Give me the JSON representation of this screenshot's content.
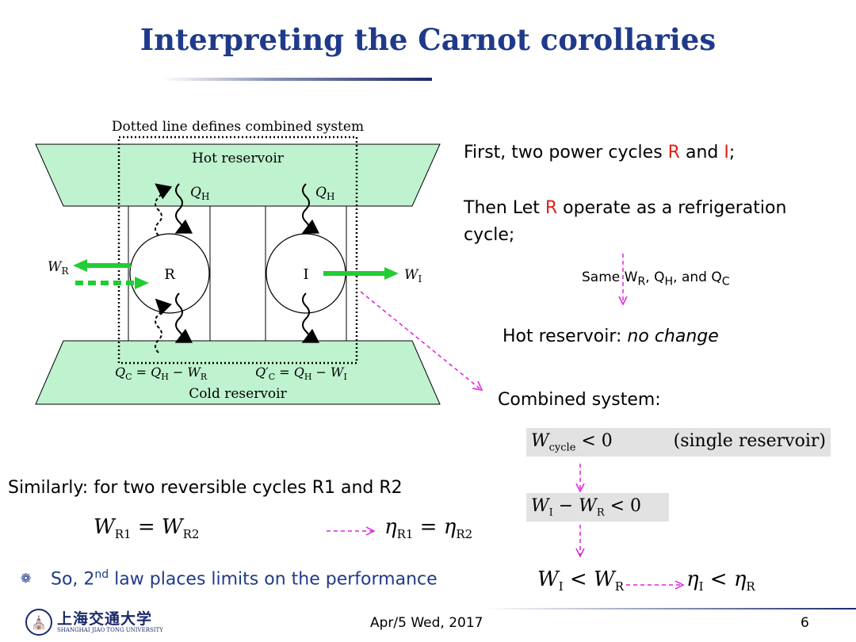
{
  "title": "Interpreting the Carnot corollaries",
  "diagram": {
    "caption": "Dotted line defines combined system",
    "hot_label": "Hot reservoir",
    "cold_label": "Cold reservoir",
    "qh_left": "Q",
    "qh_left_sub": "H",
    "qh_right": "Q",
    "qh_right_sub": "H",
    "wr": "W",
    "wr_sub": "R",
    "wi": "W",
    "wi_sub": "I",
    "r_label": "R",
    "i_label": "I",
    "qc_label": "Q",
    "qc_sub": "C",
    "qc_eq": " = Q",
    "qc_eq_sub": "H",
    "qc_minus": " − W",
    "qc_minus_sub": "R",
    "qcp_label": "Q′",
    "qcp_sub": "C",
    "qcp_eq": " = Q",
    "qcp_eq_sub": "H",
    "qcp_minus": " − W",
    "qcp_minus_sub": "I"
  },
  "right": {
    "line1_a": "First, two power cycles ",
    "line1_r": "R",
    "line1_b": " and ",
    "line1_i": "I",
    "line1_c": ";",
    "line2_a": "Then Let ",
    "line2_r": "R",
    "line2_b": " operate as a refrigeration",
    "line2_c": "cycle;",
    "same_a": "Same W",
    "same_sub1": "R",
    "same_b": ", Q",
    "same_sub2": "H",
    "same_c": ", and Q",
    "same_sub3": "C",
    "hot_a": "Hot reservoir: ",
    "hot_b": "no change",
    "combined": "Combined system:",
    "box1_w": "W",
    "box1_sub": "cycle",
    "box1_rel": " < 0",
    "box1_note": "(single reservoir)",
    "box2_w1": "W",
    "box2_sub1": "I",
    "box2_minus": " − W",
    "box2_sub2": "R",
    "box2_rel": " < 0",
    "eq_w1": "W",
    "eq_sub1": "I",
    "eq_lt": " < W",
    "eq_sub2": "R",
    "eq_eta1": "η",
    "eq_esub1": "I",
    "eq_lt2": " < η",
    "eq_esub2": "R"
  },
  "left": {
    "similarly": "Similarly: for two reversible cycles R1 and R2",
    "eq_w1": "W",
    "eq_sub1": "R1",
    "eq_eq": " = W",
    "eq_sub2": "R2",
    "eq_eta1": "η",
    "eq_esub1": "R1",
    "eq_eq2": " = η",
    "eq_esub2": "R2"
  },
  "bullet": {
    "text_a": "So, 2",
    "sup": "nd",
    "text_b": " law places limits on the performance"
  },
  "footer": {
    "university_cn": "上海交通大学",
    "university_en": "SHANGHAI JIAO TONG UNIVERSITY",
    "date": "Apr/5 Wed, 2017",
    "page": "6"
  },
  "colors": {
    "title": "#1f3a8a",
    "reservoir": "#bff2cf",
    "arrow_green": "#22cc33",
    "dashed_magenta": "#e020e0",
    "highlight_red": "#e0201b"
  }
}
